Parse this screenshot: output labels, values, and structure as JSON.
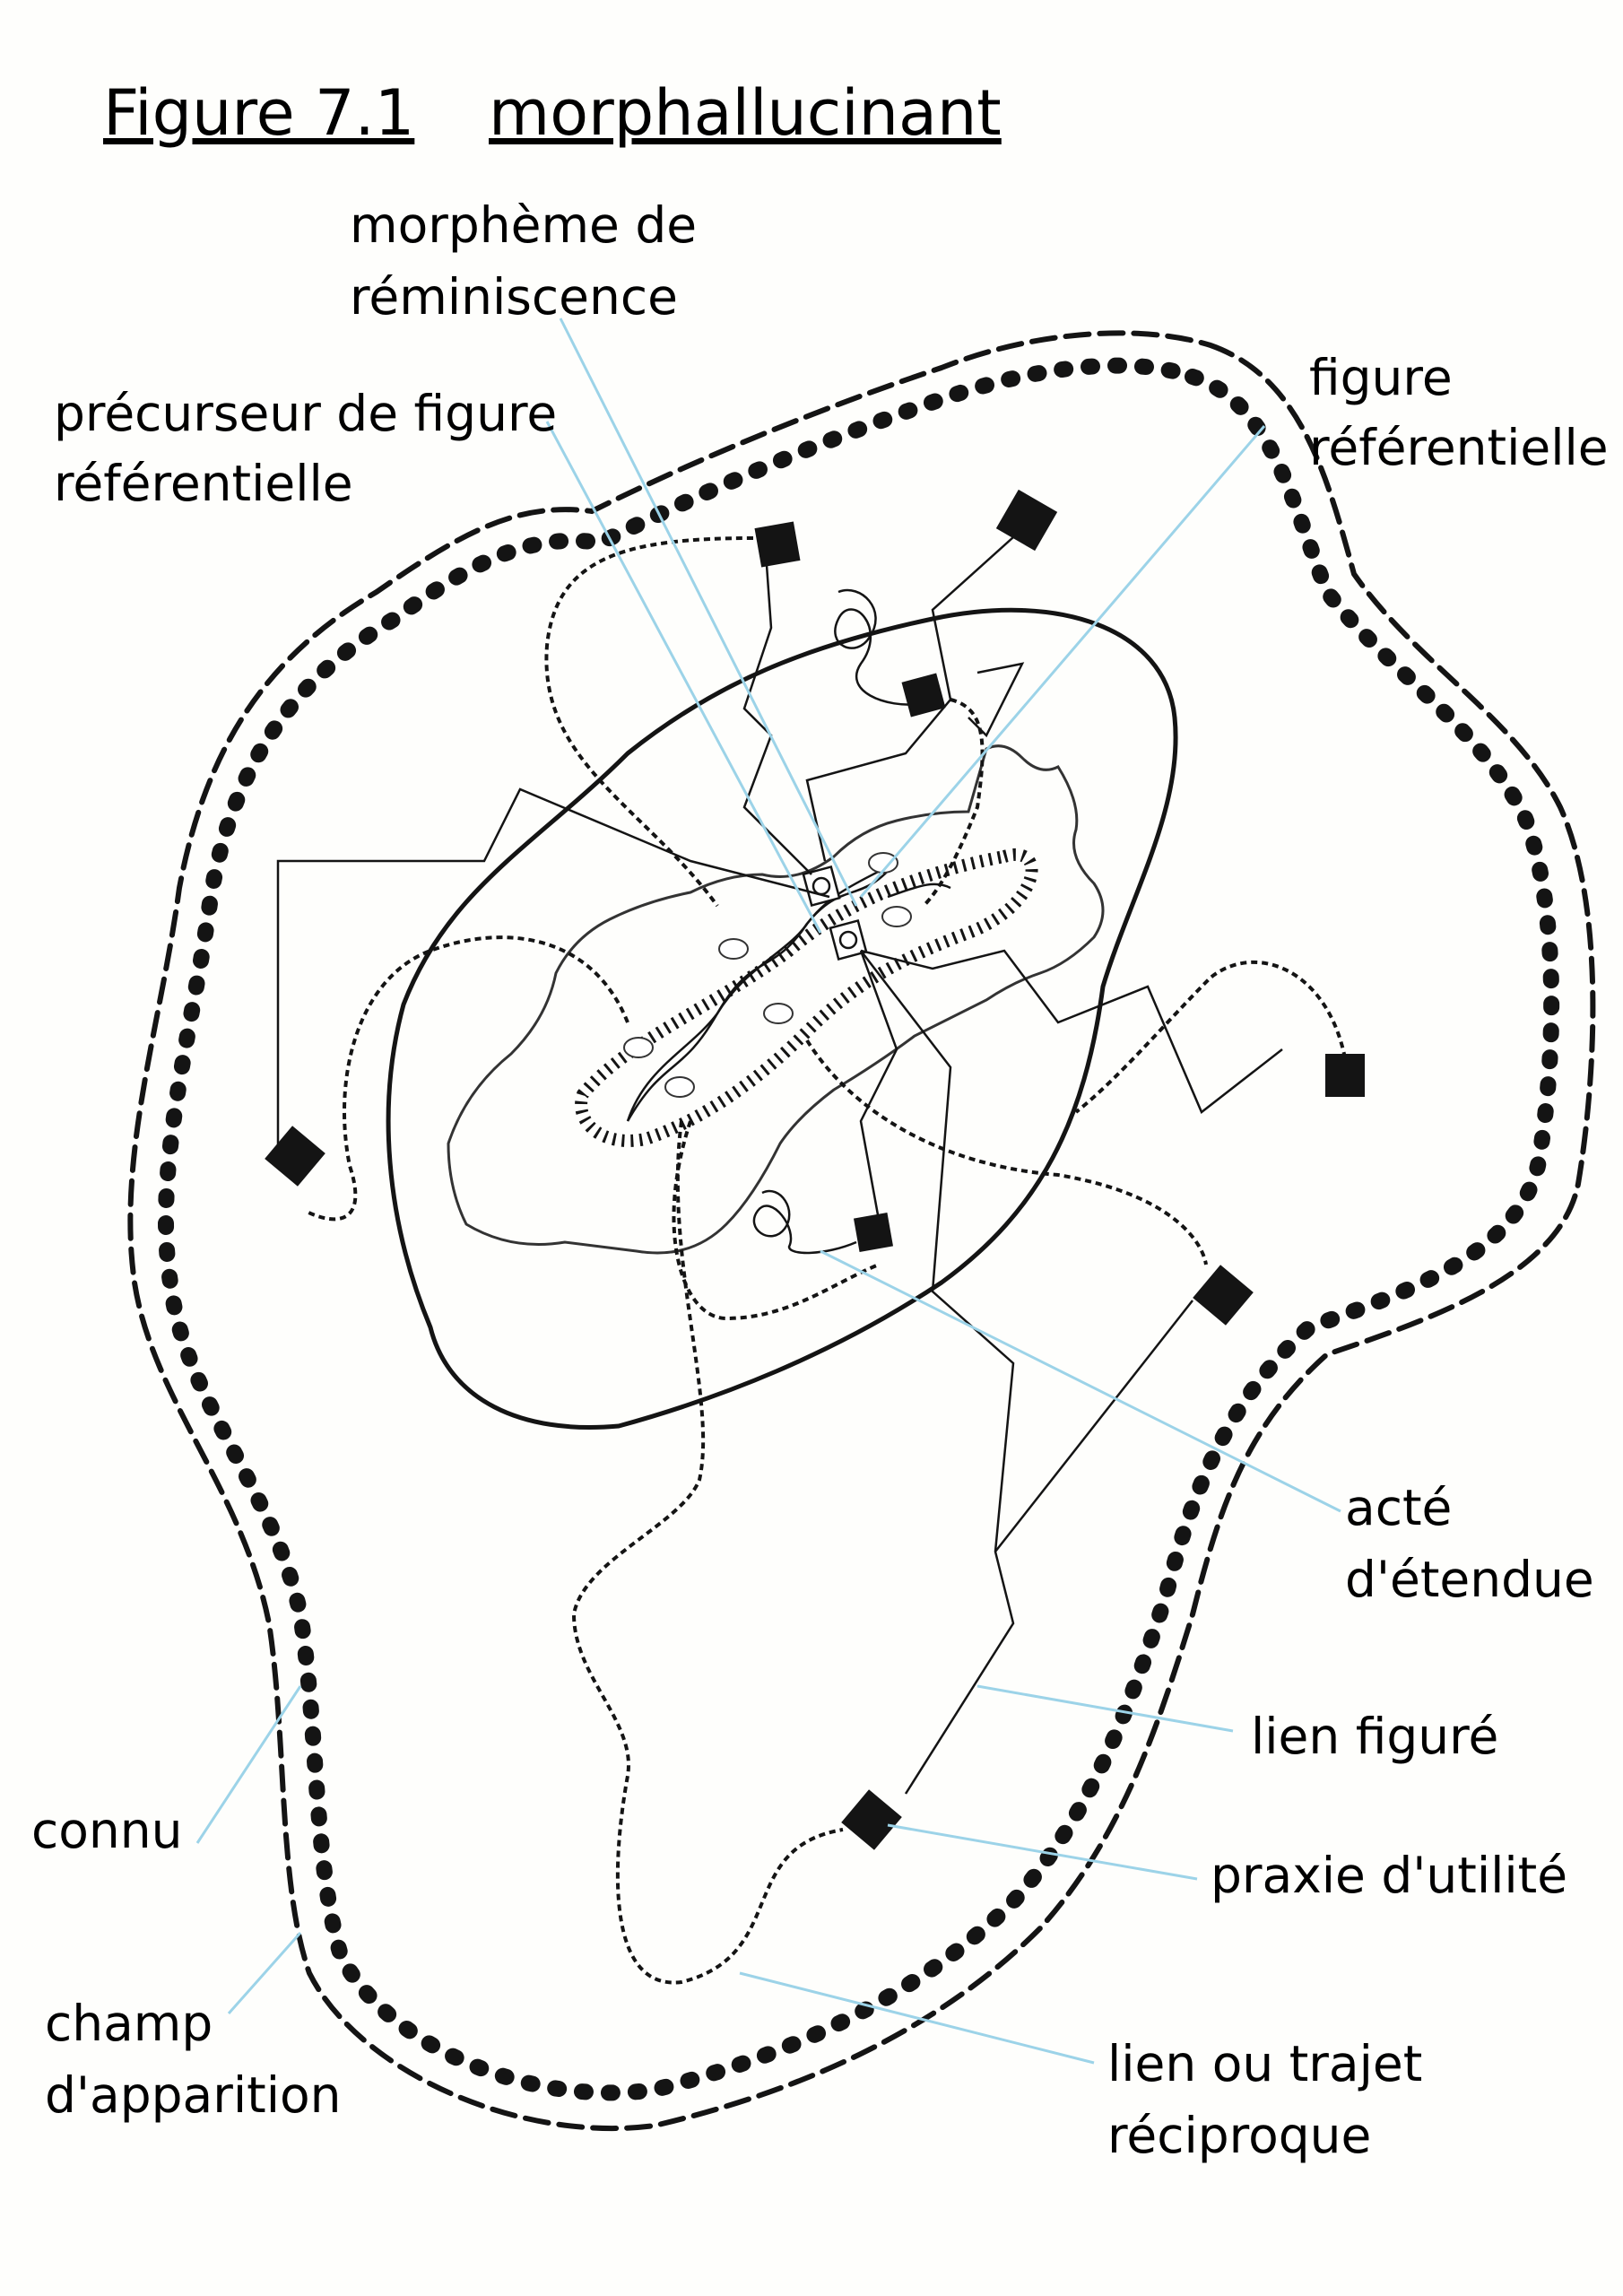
{
  "figure": {
    "number": "Figure 7.1",
    "name": "morphallucinant"
  },
  "labels": {
    "morpheme_line1": "morphème de",
    "morpheme_line2": "réminiscence",
    "precurseur_line1": "précurseur de figure",
    "precurseur_line2": "référentielle",
    "figure_ref_line1": "figure",
    "figure_ref_line2": "référentielle",
    "acte_line1": "acté",
    "acte_line2": "d'étendue",
    "lien_figure": "lien figuré",
    "praxie": "praxie d'utilité",
    "lien_reciproque_line1": "lien ou trajet",
    "lien_reciproque_line2": "réciproque",
    "connu": "connu",
    "champ_line1": "champ",
    "champ_line2": "d'apparition"
  },
  "colors": {
    "ink": "#141414",
    "leader": "#9cd3e8",
    "background": "#fefefc"
  }
}
